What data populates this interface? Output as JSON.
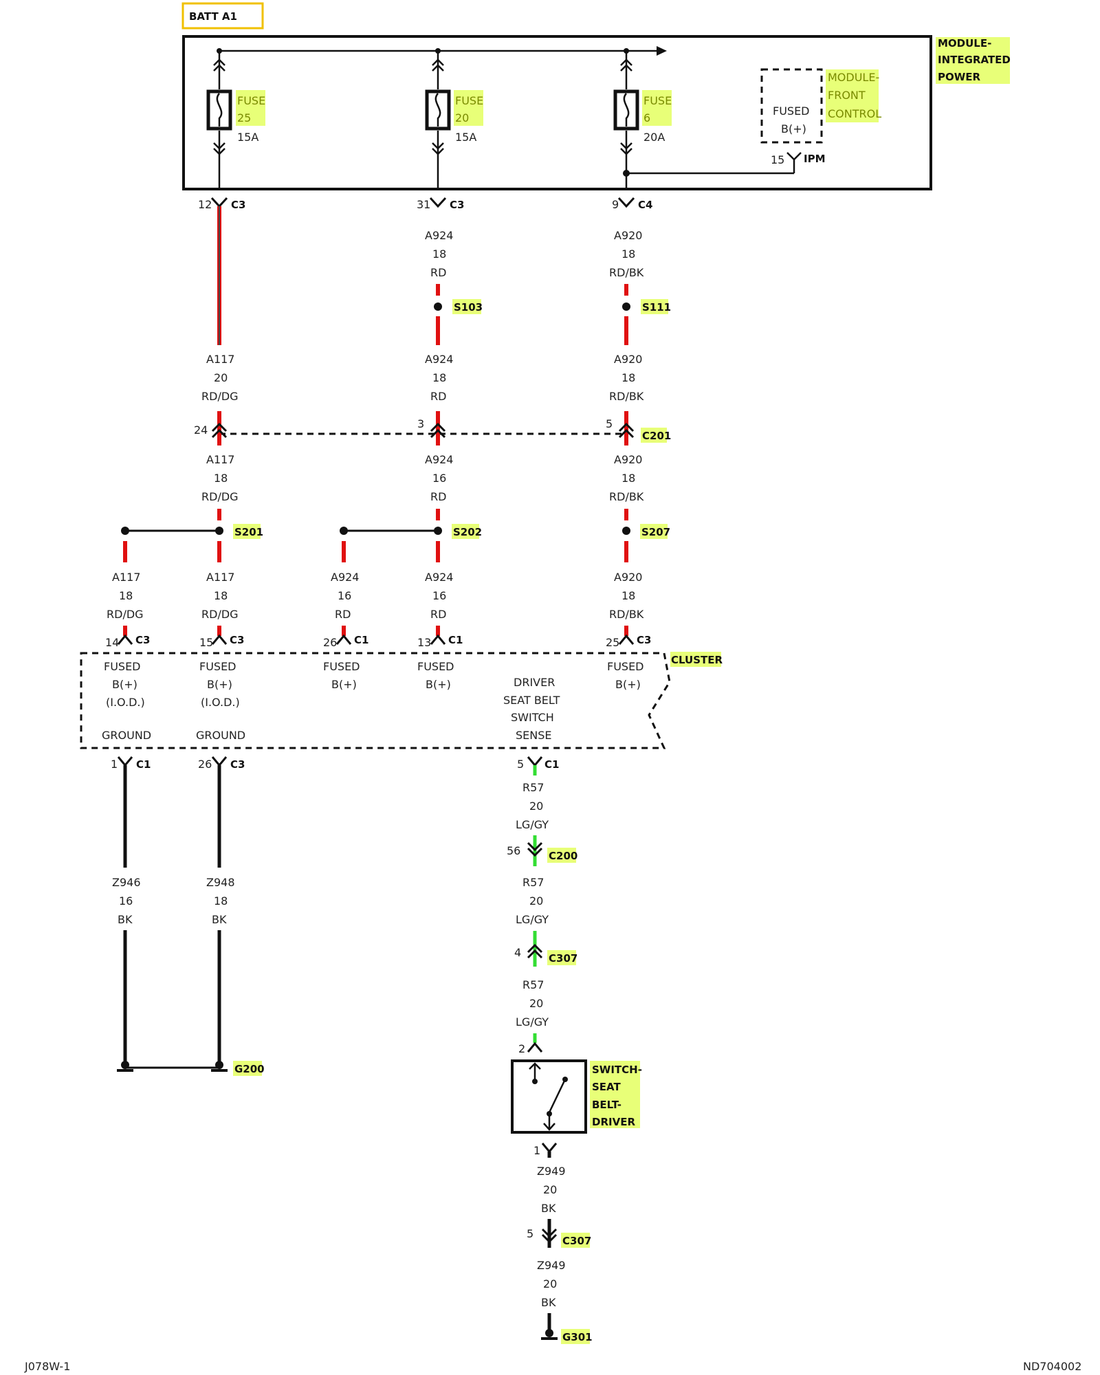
{
  "batt": "BATT A1",
  "ipm": {
    "name": [
      "MODULE-",
      "INTEGRATED",
      "POWER"
    ],
    "fuses": [
      {
        "word": "FUSE",
        "num": "25",
        "amp": "15A"
      },
      {
        "word": "FUSE",
        "num": "20",
        "amp": "15A"
      },
      {
        "word": "FUSE",
        "num": "6",
        "amp": "20A"
      }
    ],
    "fcm": {
      "label": [
        "MODULE-",
        "FRONT",
        "CONTROL"
      ],
      "fused": "FUSED",
      "bplus": "B(+)"
    },
    "ipm_pin": "15",
    "ipm_tag": "IPM"
  },
  "top_pins": [
    {
      "pin": "12",
      "conn": "C3"
    },
    {
      "pin": "31",
      "conn": "C3"
    },
    {
      "pin": "9",
      "conn": "C4"
    }
  ],
  "wires": {
    "col2_top": [
      "A924",
      "18",
      "RD"
    ],
    "col3_top": [
      "A920",
      "18",
      "RD/BK"
    ],
    "col1_mid": [
      "A117",
      "20",
      "RD/DG"
    ],
    "col2_mid": [
      "A924",
      "18",
      "RD"
    ],
    "col3_mid": [
      "A920",
      "18",
      "RD/BK"
    ],
    "col1_low": [
      "A117",
      "18",
      "RD/DG"
    ],
    "col2_low": [
      "A924",
      "16",
      "RD"
    ],
    "col3_low": [
      "A920",
      "18",
      "RD/BK"
    ],
    "br1": [
      "A117",
      "18",
      "RD/DG"
    ],
    "br2": [
      "A117",
      "18",
      "RD/DG"
    ],
    "br3": [
      "A924",
      "16",
      "RD"
    ],
    "br4": [
      "A924",
      "16",
      "RD"
    ],
    "br5": [
      "A920",
      "18",
      "RD/BK"
    ],
    "gnd1": [
      "Z946",
      "16",
      "BK"
    ],
    "gnd2": [
      "Z948",
      "18",
      "BK"
    ],
    "sense1": [
      "R57",
      "20",
      "LG/GY"
    ],
    "sense2": [
      "R57",
      "20",
      "LG/GY"
    ],
    "sense3": [
      "R57",
      "20",
      "LG/GY"
    ],
    "sw1": [
      "Z949",
      "20",
      "BK"
    ],
    "sw2": [
      "Z949",
      "20",
      "BK"
    ]
  },
  "splices": [
    "S103",
    "S111",
    "S201",
    "S202",
    "S207"
  ],
  "c201": {
    "pins": [
      "24",
      "3",
      "5"
    ],
    "name": "C201"
  },
  "cluster": {
    "name": "CLUSTER",
    "pins": [
      {
        "pin": "14",
        "conn": "C3"
      },
      {
        "pin": "15",
        "conn": "C3"
      },
      {
        "pin": "26",
        "conn": "C1"
      },
      {
        "pin": "13",
        "conn": "C1"
      },
      {
        "pin": "25",
        "conn": "C3"
      }
    ],
    "inputs": [
      [
        "FUSED",
        "B(+)",
        "(I.O.D.)"
      ],
      [
        "FUSED",
        "B(+)",
        "(I.O.D.)"
      ],
      [
        "FUSED",
        "B(+)"
      ],
      [
        "FUSED",
        "B(+)"
      ],
      [
        "FUSED",
        "B(+)"
      ]
    ],
    "grounds": [
      "GROUND",
      "GROUND"
    ],
    "sense": [
      "DRIVER",
      "SEAT BELT",
      "SWITCH",
      "SENSE"
    ],
    "bottom_pins": [
      {
        "pin": "1",
        "conn": "C1"
      },
      {
        "pin": "26",
        "conn": "C3"
      },
      {
        "pin": "5",
        "conn": "C1"
      }
    ]
  },
  "c200": {
    "pin": "56",
    "name": "C200"
  },
  "c307a": {
    "pin": "4",
    "name": "C307"
  },
  "sw_top_pin": "2",
  "switch": {
    "label": [
      "SWITCH-",
      "SEAT",
      "BELT-",
      "DRIVER"
    ]
  },
  "sw_bottom_pin": "1",
  "c307b": {
    "pin": "5",
    "name": "C307"
  },
  "g200": "G200",
  "g301": "G301",
  "footer": {
    "left": "J078W-1",
    "right": "ND704002"
  }
}
